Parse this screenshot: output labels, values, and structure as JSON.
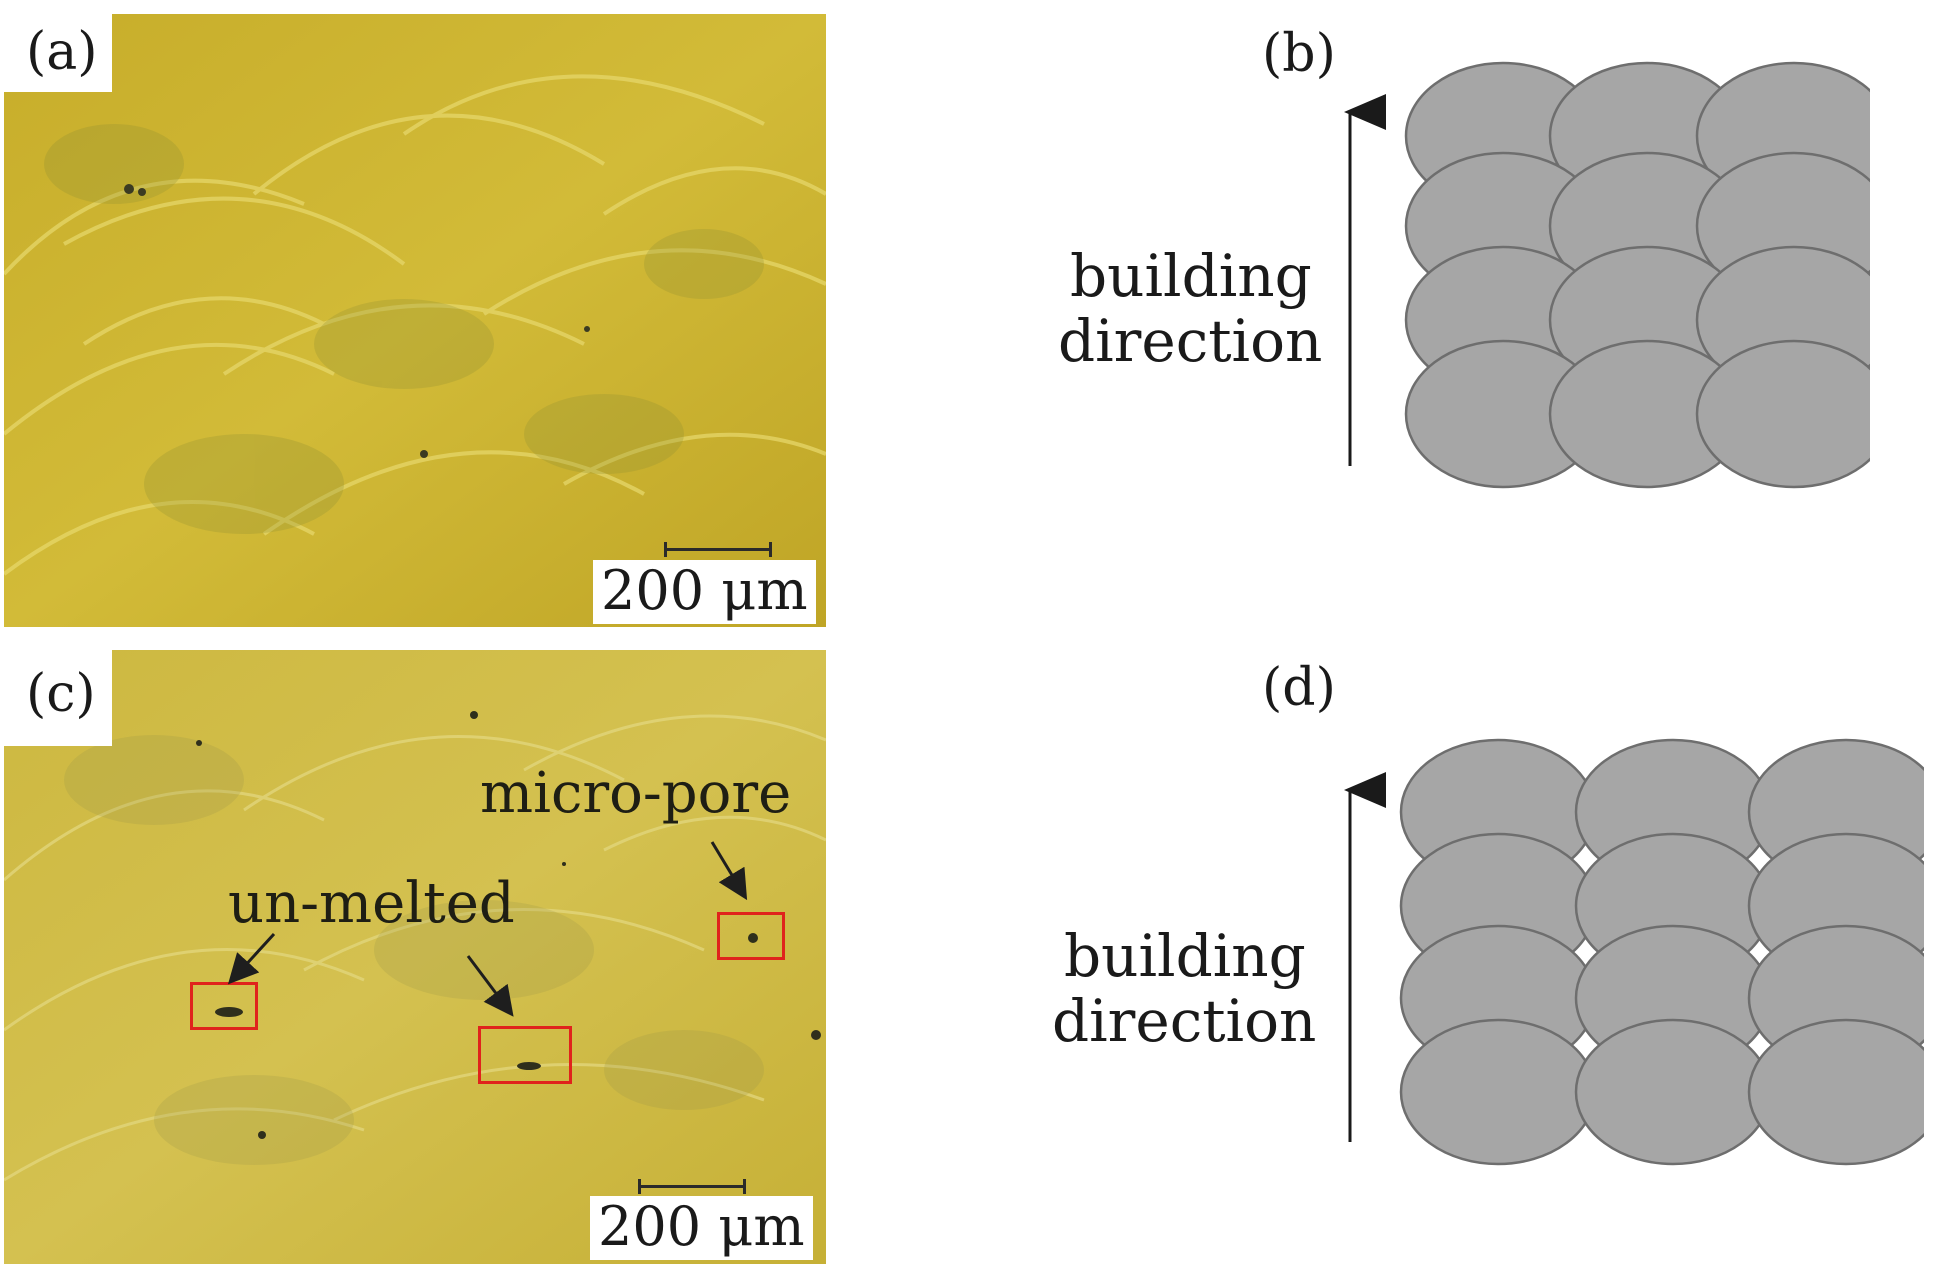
{
  "panels": {
    "a": {
      "label": "(a)",
      "scale": "200 μm"
    },
    "b": {
      "label": "(b)",
      "direction_line1": "building",
      "direction_line2": "direction"
    },
    "c": {
      "label": "(c)",
      "scale": "200 μm",
      "annotation_pore": "micro-pore",
      "annotation_unmelted": "un-melted"
    },
    "d": {
      "label": "(d)",
      "direction_line1": "building",
      "direction_line2": "direction"
    }
  },
  "colors": {
    "micrograph_a": "#c9b12a",
    "micrograph_c": "#cdb73a",
    "ellipse_fill": "#a6a6a6",
    "ellipse_stroke": "#6e6e6e",
    "highlight_box": "#e0231c"
  }
}
